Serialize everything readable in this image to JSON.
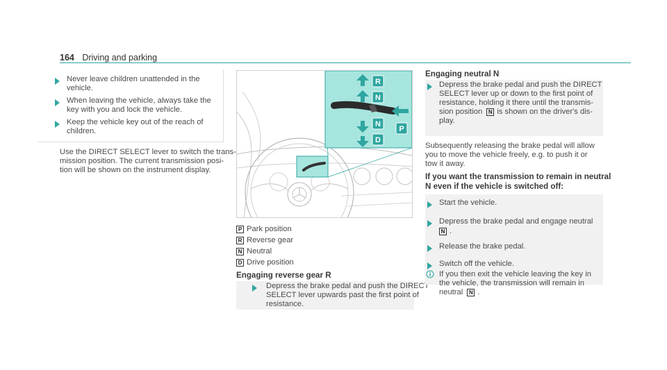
{
  "header": {
    "page_number": "164",
    "section": "Driving and parking"
  },
  "warnings": [
    [
      "Never leave children unattended in the",
      "vehicle."
    ],
    [
      "When leaving the vehicle, always take the",
      "key with you and lock the vehicle."
    ],
    [
      "Keep the vehicle key out of the reach of",
      "children."
    ]
  ],
  "intro": [
    "Use the DIRECT SELECT lever to switch the trans-",
    "mission position. The current transmission posi-",
    "tion will be shown on the instrument display."
  ],
  "figure": {
    "labels": [
      "R",
      "N",
      "P",
      "N",
      "D"
    ]
  },
  "legend": [
    {
      "key": "P",
      "text": "Park position"
    },
    {
      "key": "R",
      "text": "Reverse gear"
    },
    {
      "key": "N",
      "text": "Neutral"
    },
    {
      "key": "D",
      "text": "Drive position"
    }
  ],
  "reverse": {
    "heading": "Engaging reverse gear R",
    "step": [
      "Depress the brake pedal and push the DIRECT",
      "SELECT lever upwards past the first point of",
      "resistance."
    ]
  },
  "neutral": {
    "heading": "Engaging neutral N",
    "step": [
      "Depress the brake pedal and push the DIRECT",
      "SELECT lever up or down to the first point of",
      "resistance, holding it there until the transmis-",
      "sion position",
      "is shown on the driver's dis-",
      "play."
    ],
    "key": "N",
    "para": [
      "Subsequently releasing the brake pedal will allow",
      "you to move the vehicle freely, e.g. to push it or",
      "tow it away."
    ]
  },
  "remain": {
    "heading": [
      "If you want the transmission to remain in neutral",
      "N even if the vehicle is switched off:"
    ],
    "steps": [
      [
        "Start the vehicle."
      ],
      [
        "Depress the brake pedal and engage neutral",
        "."
      ],
      [
        "Release the brake pedal."
      ],
      [
        "Switch off the vehicle."
      ]
    ],
    "key": "N",
    "note": [
      "If you then exit the vehicle leaving the key in",
      "the vehicle, the transmission will remain in",
      "neutral",
      "."
    ]
  }
}
